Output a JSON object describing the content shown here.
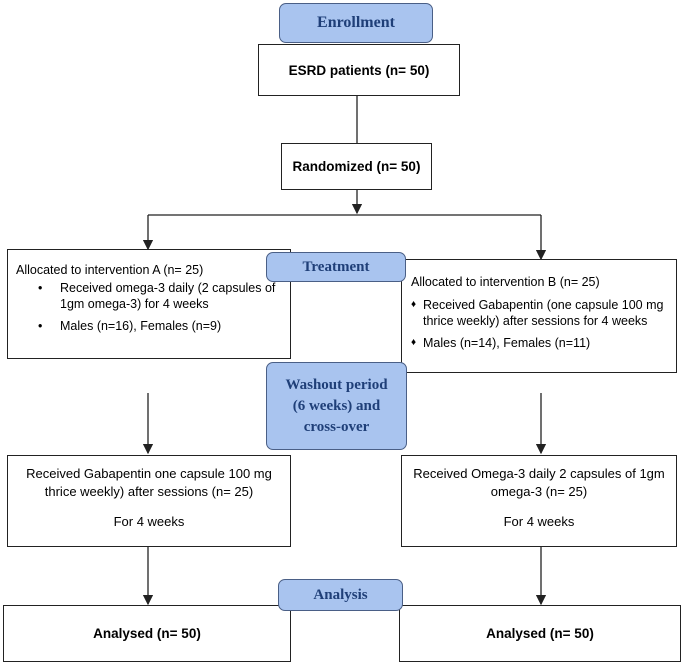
{
  "stages": {
    "enrollment": "Enrollment",
    "treatment": "Treatment",
    "washout": [
      "Washout period",
      "(6 weeks) and",
      "cross-over"
    ],
    "analysis": "Analysis"
  },
  "boxes": {
    "esrd": "ESRD patients (n= 50)",
    "randomized": "Randomized (n= 50)",
    "alloc_a": {
      "title": "Allocated to intervention A (n= 25)",
      "bullet_symbol": "•",
      "items": [
        "Received omega-3 daily (2 capsules of 1gm omega-3) for 4 weeks",
        "Males (n=16), Females (n=9)"
      ]
    },
    "alloc_b": {
      "title": "Allocated to intervention B (n= 25)",
      "bullet_symbol": "♦",
      "items": [
        "Received Gabapentin (one capsule 100 mg thrice weekly) after sessions for 4 weeks",
        "Males (n=14), Females (n=11)"
      ]
    },
    "cross_a": {
      "line1": "Received Gabapentin one capsule 100 mg",
      "line2": "thrice weekly) after sessions (n= 25)",
      "duration": "For 4 weeks"
    },
    "cross_b": {
      "line1": "Received Omega-3 daily 2 capsules of 1gm",
      "line2": "omega-3 (n= 25)",
      "duration": "For 4 weeks"
    },
    "analysed_a": "Analysed (n= 50)",
    "analysed_b": "Analysed (n= 50)"
  }
}
